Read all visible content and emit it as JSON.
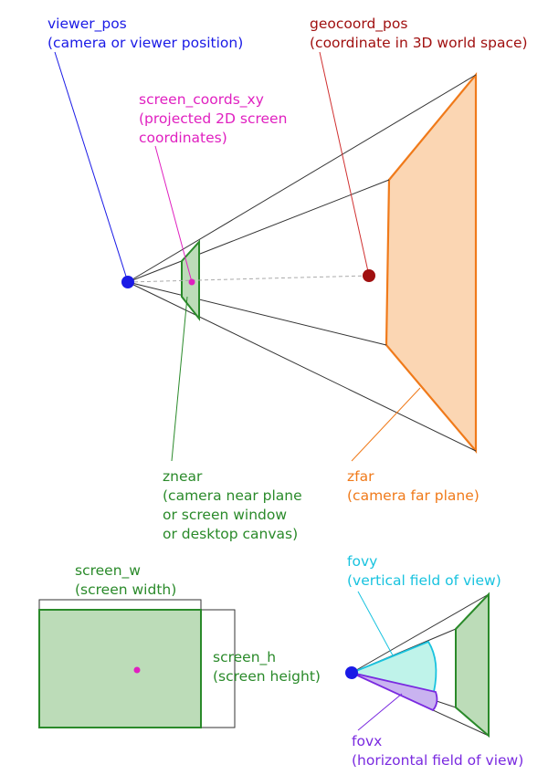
{
  "labels": {
    "viewer_pos": {
      "name": "viewer_pos",
      "desc": "(camera or viewer position)"
    },
    "geocoord_pos": {
      "name": "geocoord_pos",
      "desc": "(coordinate in 3D world space)"
    },
    "screen_coords_xy": {
      "name": "screen_coords_xy",
      "desc_line1": "(projected 2D screen",
      "desc_line2": "coordinates)"
    },
    "znear": {
      "name": "znear",
      "desc_line1": "(camera near plane",
      "desc_line2": "or screen window",
      "desc_line3": "or desktop canvas)"
    },
    "zfar": {
      "name": "zfar",
      "desc": "(camera far plane)"
    },
    "screen_w": {
      "name": "screen_w",
      "desc": "(screen width)"
    },
    "screen_h": {
      "name": "screen_h",
      "desc": "(screen height)"
    },
    "fovy": {
      "name": "fovy",
      "desc": "(vertical field of view)"
    },
    "fovx": {
      "name": "fovx",
      "desc": "(horizontal field of view)"
    }
  },
  "colors": {
    "viewer": "#1a1ae6",
    "geocoord": "#a01010",
    "screen_coords": "#e020c0",
    "near_plane": "#2a8a2a",
    "near_fill": "#bcdcb8",
    "far_plane": "#f07a1a",
    "far_fill": "#fbd6b3",
    "fovy": "#19c3df",
    "fovy_fill": "#bff3ea",
    "fovx": "#7a2ae0",
    "fovx_fill": "#c9b3f0"
  }
}
